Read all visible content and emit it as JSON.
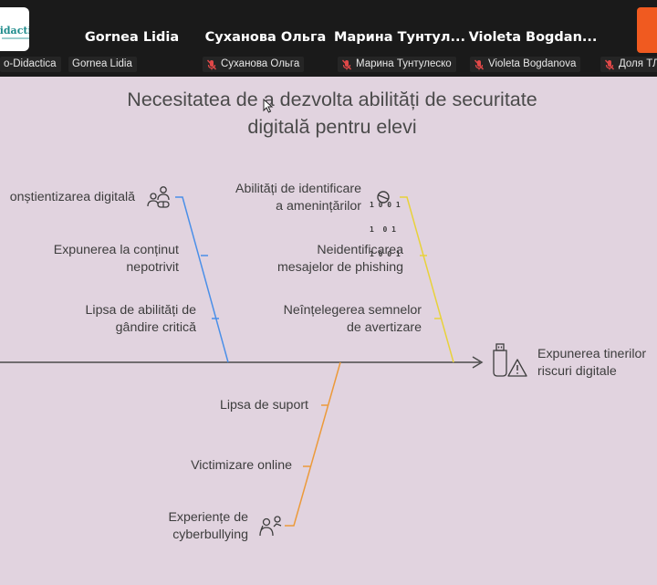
{
  "participants": {
    "org_tile": {
      "logo_text": "didactica",
      "label": "o-Didactica"
    },
    "tiles": [
      {
        "display_name": "Gornea Lidia",
        "label": "Gornea Lidia",
        "muted": false
      },
      {
        "display_name": "Суханова Ольга",
        "label": "Суханова Ольга",
        "muted": true
      },
      {
        "display_name": "Марина  Тунтул...",
        "label": "Марина Тунтулеско",
        "muted": true
      },
      {
        "display_name": "Violeta  Bogdan...",
        "label": "Violeta Bogdanova",
        "muted": true
      },
      {
        "display_name": "",
        "label": "Доля ТЛ",
        "muted": true
      }
    ]
  },
  "slide": {
    "title_line1": "Necesitatea de a dezvolta abilități de securitate",
    "title_line2": "digitală pentru elevi",
    "effect_line1": "Expunerea tinerilor",
    "effect_line2": "riscuri digitale",
    "branches": {
      "blue": {
        "color": "#4a8fe8",
        "causes": [
          {
            "lines": [
              "onștientizarea digitală"
            ],
            "icon": "people-pills-icon"
          },
          {
            "lines": [
              "Expunerea la conținut",
              "nepotrivit"
            ]
          },
          {
            "lines": [
              "Lipsa de abilități de",
              "gândire critică"
            ]
          }
        ]
      },
      "yellow": {
        "color": "#e8d23a",
        "causes": [
          {
            "lines": [
              "Abilități de identificare",
              "a amenințărilor"
            ],
            "icon": "binary-bug-icon",
            "icon_digits": [
              "1 0 0 1",
              "1  0 1",
              "1 0 0 1"
            ]
          },
          {
            "lines": [
              "Neidentificarea",
              "mesajelor de phishing"
            ]
          },
          {
            "lines": [
              "Neînțelegerea semnelor",
              "de avertizare"
            ]
          }
        ]
      },
      "orange": {
        "color": "#ec9a3a",
        "causes": [
          {
            "lines": [
              "Lipsa de suport"
            ]
          },
          {
            "lines": [
              "Victimizare online"
            ]
          },
          {
            "lines": [
              "Experiențe de",
              "cyberbullying"
            ],
            "icon": "cyberbully-icon"
          }
        ]
      }
    },
    "colors": {
      "spine": "#4a4a4a",
      "background": "#e1d3df",
      "text": "#3d3d3d"
    }
  }
}
